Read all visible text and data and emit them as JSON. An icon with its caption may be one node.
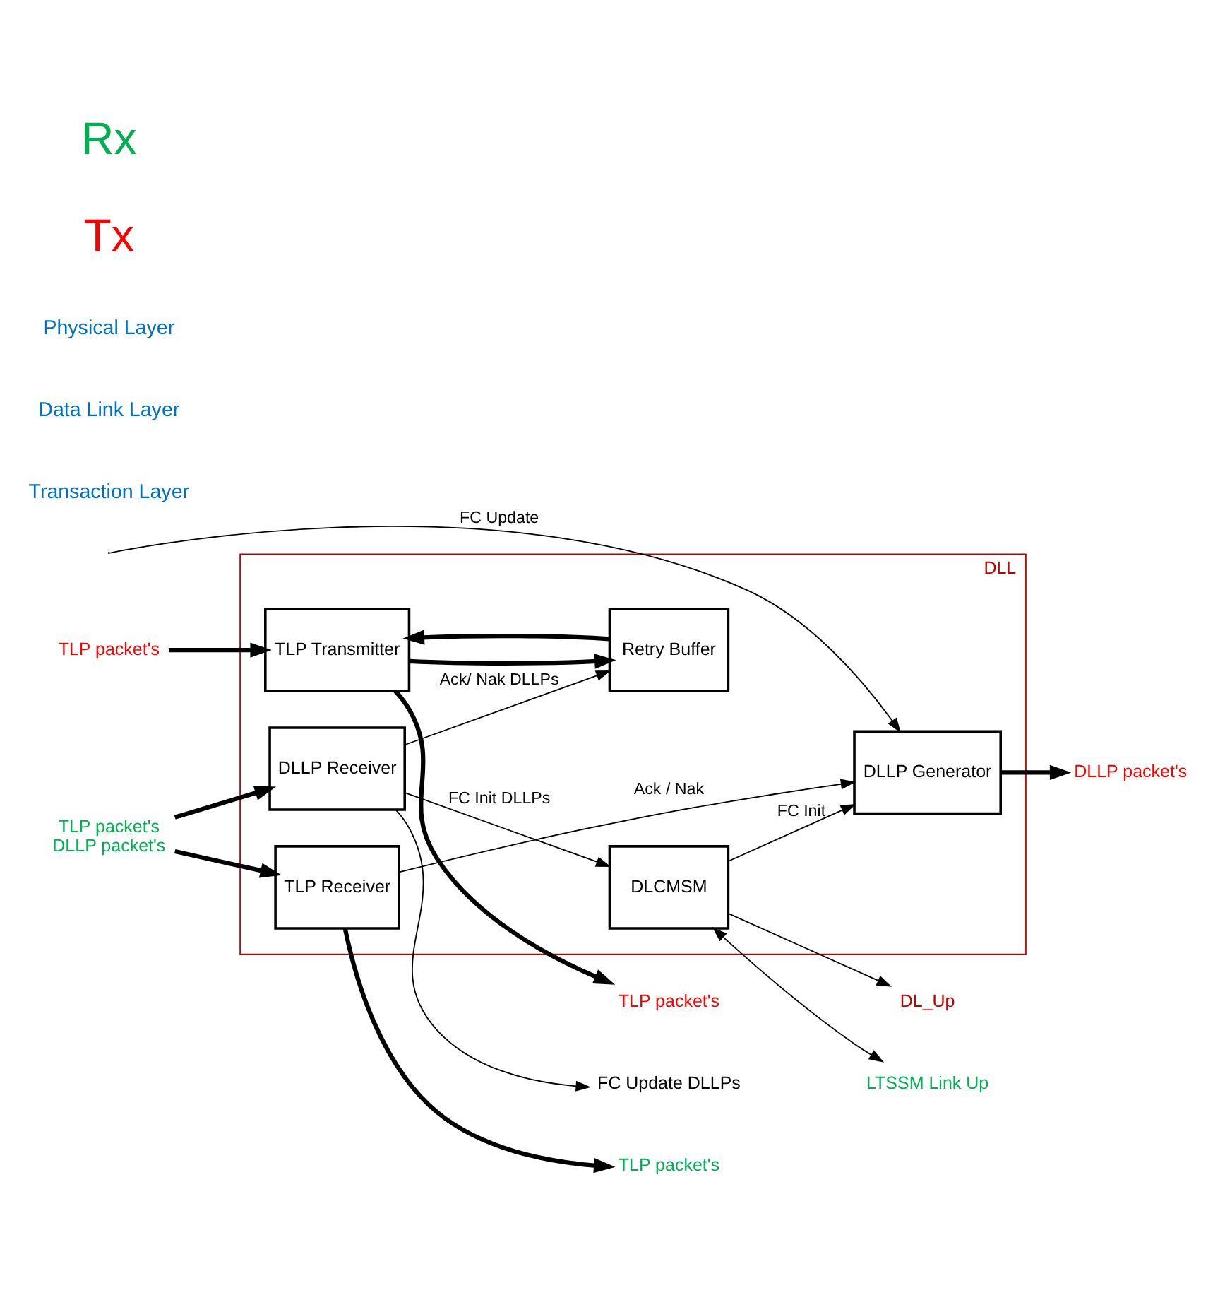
{
  "diagram": {
    "nodes": [
      {
        "text": [
          "DLL"
        ]
      },
      {
        "text": [
          "TLP packet's"
        ]
      },
      {
        "text": [
          "TLP Transmitter"
        ],
        "in": 0
      },
      {
        "text": [
          "TLP packet's"
        ]
      },
      {
        "text": [
          "Retry Buffer"
        ],
        "in": 0
      },
      {
        "text": [
          "DLLP Generator"
        ],
        "in": 0
      },
      {
        "text": [
          "DLLP packet's"
        ]
      },
      {
        "text": [
          "DL_Up"
        ]
      },
      {
        "text": [
          "DLCMSM"
        ],
        "in": 0
      },
      {
        "text": [
          "LTSSM Link Up"
        ]
      },
      {
        "text": [
          "DLLP Receiver"
        ],
        "in": 0
      },
      {
        "text": [
          "FC Update DLLPs"
        ]
      },
      {
        "text": [
          "TLP packet's"
        ]
      },
      {
        "text": [
          "TLP Receiver"
        ],
        "in": 0
      },
      {
        "text": [
          "TLP packet's",
          "DLLP packet's"
        ]
      }
    ],
    "edges": [
      {
        "from": 1,
        "to": 2,
        "arrow": "to",
        "style": "thick"
      },
      {
        "from": 2,
        "to": 3,
        "arrow": "to",
        "style": "thick"
      },
      {
        "from": 2,
        "to": 4,
        "arrow": "to",
        "style": "thick"
      },
      {
        "from": 4,
        "to": 2,
        "arrow": "to",
        "style": "thick"
      },
      {
        "from": 5,
        "to": 6,
        "arrow": "to",
        "style": "thick"
      },
      {
        "from": 8,
        "to": 5,
        "arrow": "to",
        "label": "FC Init"
      },
      {
        "from": 8,
        "to": 7,
        "arrow": "to"
      },
      {
        "from": 8,
        "to": 9,
        "arrow": "both"
      },
      {
        "from": 10,
        "to": 8,
        "arrow": "to",
        "label": "FC Init DLLPs"
      },
      {
        "from": 10,
        "to": 4,
        "arrow": "to",
        "label": "Ack/ Nak DLLPs"
      },
      {
        "from": 10,
        "to": 11,
        "arrow": "to"
      },
      {
        "from": 14,
        "to": 10,
        "arrow": "to",
        "style": "thick"
      },
      {
        "from": 14,
        "to": 13,
        "arrow": "to",
        "style": "thick"
      },
      {
        "from": 13,
        "to": 12,
        "arrow": "to",
        "style": "thick"
      },
      {
        "from": 13,
        "to": 5,
        "arrow": "to",
        "label": "Ack / Nak"
      },
      {
        "from": null,
        "to": 5,
        "arrow": "to",
        "label": "FC Update"
      }
    ],
    "labels": [
      "Transaction Layer",
      "Data Link Layer",
      "Physical Layer",
      "Tx",
      "Rx"
    ]
  }
}
